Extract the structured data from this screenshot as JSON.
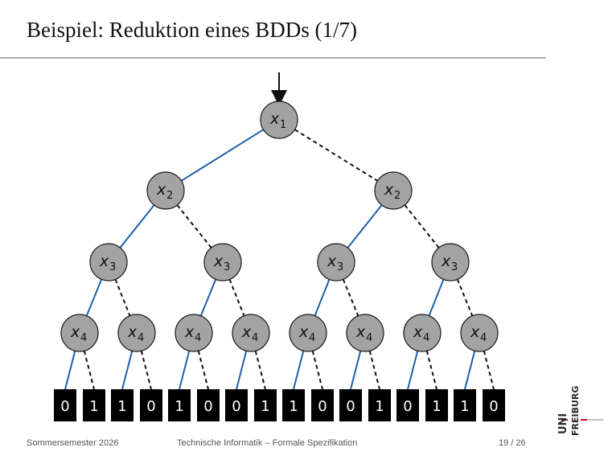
{
  "slide": {
    "title": "Beispiel: Reduktion eines BDDs (1/7)"
  },
  "diagram": {
    "node_levels": [
      {
        "var": "x",
        "index": "1"
      },
      {
        "var": "x",
        "index": "2"
      },
      {
        "var": "x",
        "index": "3"
      },
      {
        "var": "x",
        "index": "4"
      }
    ],
    "leaves": [
      "0",
      "1",
      "1",
      "0",
      "1",
      "0",
      "0",
      "1",
      "1",
      "0",
      "0",
      "1",
      "0",
      "1",
      "1",
      "0"
    ],
    "colors": {
      "node_fill": "#a3a3a3",
      "high_edge": "#1f5fa8",
      "low_edge": "#111111",
      "leaf_fill": "#000000",
      "leaf_text": "#ffffff"
    }
  },
  "footer": {
    "left": "Sommersemester 2026",
    "center": "Technische Informatik – Formale Spezifikation",
    "page": "19 / 26"
  },
  "logo": {
    "uni": "UNI",
    "freiburg": "FREIBURG",
    "accent": "#c8102e"
  }
}
